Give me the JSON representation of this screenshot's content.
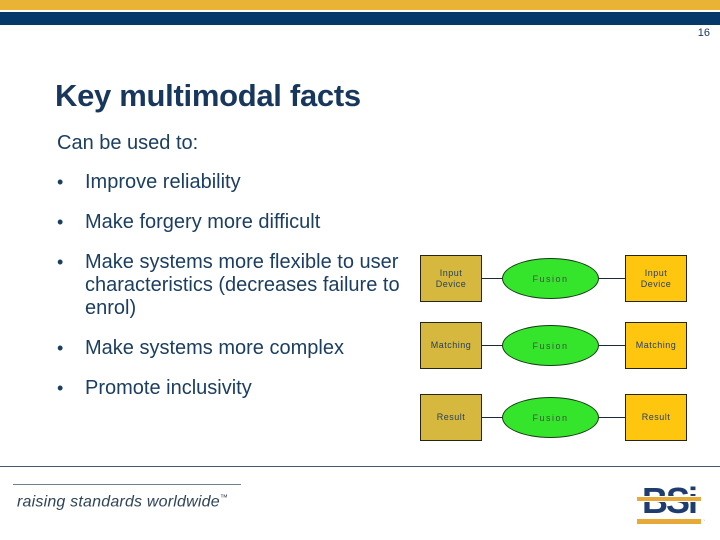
{
  "page": {
    "number": "16",
    "title": "Key multimodal facts"
  },
  "content": {
    "intro": "Can be used to:",
    "bullet_char": "•",
    "bullets": [
      "Improve reliability",
      "Make forgery more difficult",
      "Make systems more flexible to user characteristics (decreases failure to enrol)",
      "Make systems more complex",
      "Promote inclusivity"
    ]
  },
  "diagram": {
    "rows": [
      {
        "left": "Input Device",
        "center": "Fusion",
        "right": "Input Device"
      },
      {
        "left": "Matching",
        "center": "Fusion",
        "right": "Matching"
      },
      {
        "left": "Result",
        "center": "Fusion",
        "right": "Result"
      }
    ]
  },
  "footer": {
    "tagline": "raising standards worldwide",
    "trademark_mark": "™",
    "logo_text": "BSi"
  },
  "colors": {
    "top_bar_gold": "#E9B435",
    "top_bar_navy": "#04396A",
    "title_navy": "#17375D",
    "body_navy": "#1C3E60",
    "box_left_fill": "#D6B83E",
    "box_right_fill": "#FFC60F",
    "box_text": "#25405E",
    "ellipse_green": "#35E52C",
    "bsi_navy": "#1E3C6E",
    "bsi_gold": "#E8A93B"
  }
}
